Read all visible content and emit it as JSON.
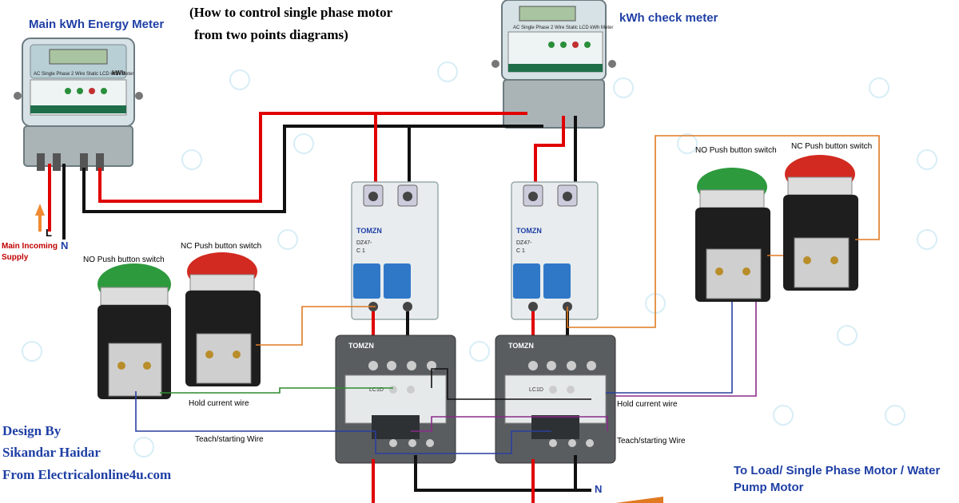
{
  "title_line1": "(How to control single phase motor",
  "title_line2": "from two points diagrams)",
  "main_meter_label": "Main kWh Energy Meter",
  "check_meter_label": "kWh check meter",
  "meter_face": {
    "header": "AC Single Phase 2 Wire Static LCD kWh Meter",
    "brand_short": "kWh"
  },
  "supply": {
    "line1": "Main Incoming",
    "line2": "Supply",
    "L": "L",
    "N": "N"
  },
  "left_station": {
    "no_label": "NO Push button switch",
    "nc_label": "NC Push button switch"
  },
  "right_station": {
    "no_label": "NO Push button switch",
    "nc_label": "NC Push button switch"
  },
  "breaker": {
    "brand": "TOMZN",
    "model": "DZ47-",
    "rating": "C 1"
  },
  "contactor": {
    "brand": "TOMZN",
    "model": "LC1D"
  },
  "wires": {
    "hold_left": "Hold current wire",
    "hold_right": "Hold current wire",
    "teach_left": "Teach/starting Wire",
    "teach_right": "Teach/starting Wire",
    "neutral_out": "N"
  },
  "credits": {
    "line1": "Design By",
    "line2": "Sikandar Haidar",
    "line3": "From Electricalonline4u.com"
  },
  "load_label_line1": "To Load/ Single Phase Motor / Water",
  "load_label_line2": "Pump Motor",
  "colors": {
    "phase": "#e00000",
    "neutral": "#111111",
    "control_orange": "#e07a20",
    "control_green": "#2e8b2e",
    "control_blue": "#2a3f9e",
    "control_purple": "#8a2b8a",
    "text_blue": "#1f3fa5"
  }
}
